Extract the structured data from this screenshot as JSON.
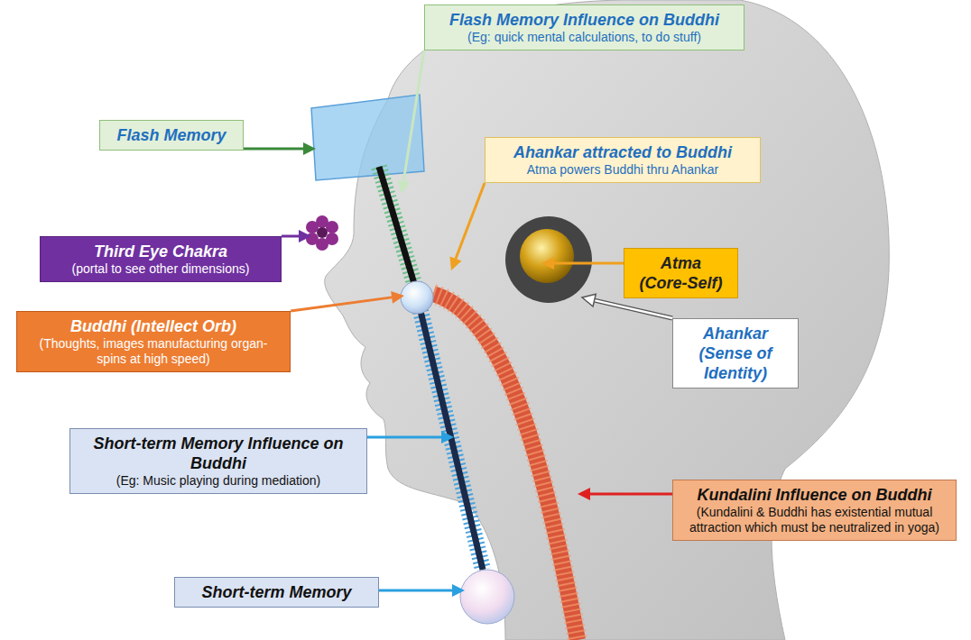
{
  "diagram": {
    "nodes": [
      {
        "text": [
          "Flash Memory Influence on Buddhi",
          "(Eg: quick mental calculations, to do stuff)"
        ]
      },
      {
        "text": [
          "Flash Memory"
        ]
      },
      {
        "text": [
          "Ahankar attracted to Buddhi",
          "Atma powers Buddhi thru Ahankar"
        ]
      },
      {
        "text": [
          "Third Eye Chakra",
          "(portal to see other dimensions)"
        ]
      },
      {
        "text": [
          "Atma",
          "(Core-Self)"
        ]
      },
      {
        "text": [
          "Buddhi (Intellect Orb)",
          "(Thoughts, images manufacturing organ- spins at high speed)"
        ]
      },
      {
        "text": [
          "Ahankar",
          "(Sense of Identity)"
        ]
      },
      {
        "text": [
          "Short-term Memory Influence on Buddhi",
          "(Eg: Music playing during mediation)"
        ]
      },
      {
        "text": [
          "Kundalini Influence on Buddhi",
          "(Kundalini & Buddhi has existential mutual attraction which must be neutralized in yoga)"
        ]
      },
      {
        "text": [
          "Short-term Memory"
        ]
      }
    ]
  }
}
